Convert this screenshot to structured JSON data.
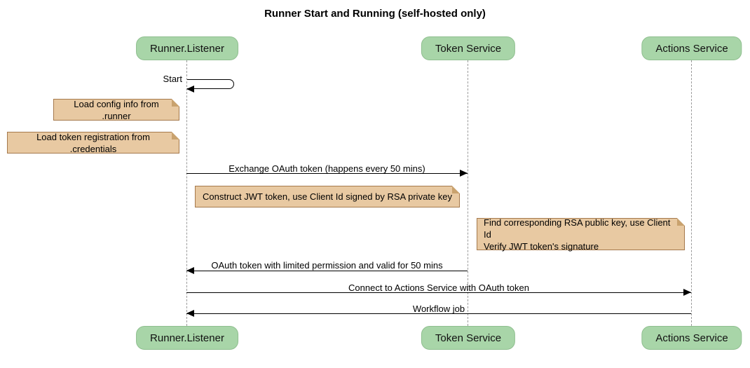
{
  "title": "Runner Start and Running (self-hosted only)",
  "participants": [
    {
      "name": "Runner.Listener"
    },
    {
      "name": "Token Service"
    },
    {
      "name": "Actions Service"
    }
  ],
  "messages": {
    "start": "Start",
    "exchange": "Exchange OAuth token (happens every 50 mins)",
    "oauth_return": "OAuth token with limited permission and valid for 50 mins",
    "connect": "Connect to Actions Service with OAuth token",
    "workflow": "Workflow job"
  },
  "notes": {
    "config": "Load config info from .runner",
    "credentials": "Load token registration from .credentials",
    "jwt": "Construct JWT token, use Client Id signed by RSA private key",
    "verify_line1": "Find corresponding RSA public key, use Client Id",
    "verify_line2": "Verify JWT token's signature"
  },
  "colors": {
    "participant_fill": "#a8d5a8",
    "participant_border": "#8fbf8f",
    "note_fill": "#e8c9a2",
    "note_border": "#a5794c",
    "lifeline": "#9a9a9a",
    "arrow": "#000000",
    "background": "#ffffff"
  }
}
